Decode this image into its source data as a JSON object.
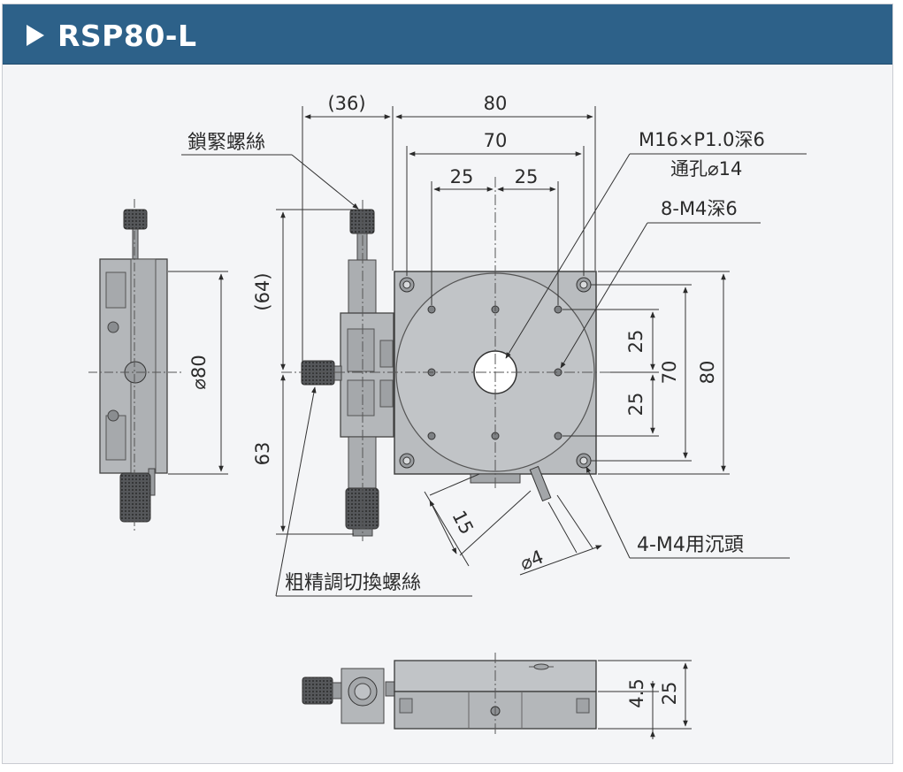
{
  "header": {
    "title": "RSP80-L"
  },
  "callouts": {
    "lock_screw": "鎖緊螺絲",
    "center_thread_line1": "M16×P1.0深6",
    "center_thread_line2": "通孔⌀14",
    "tapped_holes": "8-M4深6",
    "counterbore_holes": "4-M4用沉頭",
    "coarse_fine_screw": "粗精調切換螺絲"
  },
  "dimensions": {
    "overall_left": "(36)",
    "top_80": "80",
    "top_70": "70",
    "top_25_left": "25",
    "top_25_right": "25",
    "vertical_64": "(64)",
    "vertical_63": "63",
    "side_dia_80": "⌀80",
    "right_25_top": "25",
    "right_25_bottom": "25",
    "right_70": "70",
    "right_80": "80",
    "pin_15": "15",
    "pin_dia_4": "⌀4",
    "bottom_4_5": "4.5",
    "bottom_25": "25"
  },
  "colors": {
    "header_bg": "#2d6189",
    "panel_bg": "#f4f5f7",
    "stage_fill": "#b9bcbf",
    "stage_dark": "#8e9195",
    "line": "#3a3a3a"
  }
}
